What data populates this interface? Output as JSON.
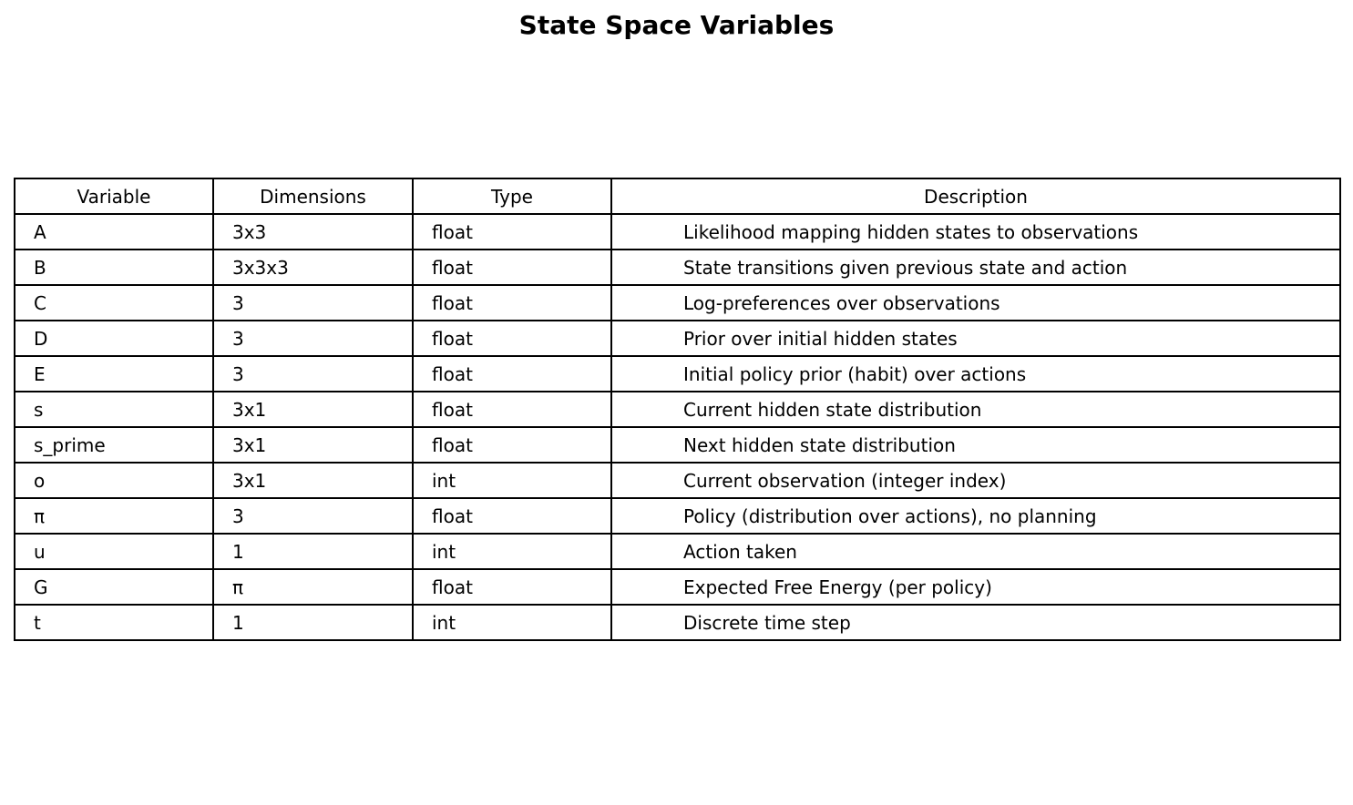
{
  "title": "State Space Variables",
  "table": {
    "headers": [
      "Variable",
      "Dimensions",
      "Type",
      "Description"
    ],
    "rows": [
      [
        "A",
        "3x3",
        "float",
        "Likelihood mapping hidden states to observations"
      ],
      [
        "B",
        "3x3x3",
        "float",
        "State transitions given previous state and action"
      ],
      [
        "C",
        "3",
        "float",
        "Log-preferences over observations"
      ],
      [
        "D",
        "3",
        "float",
        "Prior over initial hidden states"
      ],
      [
        "E",
        "3",
        "float",
        "Initial policy prior (habit) over actions"
      ],
      [
        "s",
        "3x1",
        "float",
        "Current hidden state distribution"
      ],
      [
        "s_prime",
        "3x1",
        "float",
        "Next hidden state distribution"
      ],
      [
        "o",
        "3x1",
        "int",
        "Current observation (integer index)"
      ],
      [
        "π",
        "3",
        "float",
        "Policy (distribution over actions), no planning"
      ],
      [
        "u",
        "1",
        "int",
        "Action taken"
      ],
      [
        "G",
        "π",
        "float",
        "Expected Free Energy (per policy)"
      ],
      [
        "t",
        "1",
        "int",
        "Discrete time step"
      ]
    ]
  }
}
